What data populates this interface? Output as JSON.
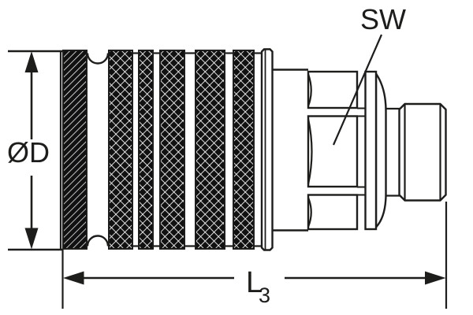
{
  "diagram": {
    "description": "technical line drawing of a quick-release coupling with knurled sleeve and male thread",
    "colors": {
      "line": "#1d1d1b",
      "background": "#ffffff",
      "knurl_fill": "#111111"
    },
    "dimensions": {
      "diameter": {
        "label": "ØD"
      },
      "wrench_size": {
        "label": "SW"
      },
      "length": {
        "label_main": "L",
        "label_sub": "3"
      }
    }
  }
}
